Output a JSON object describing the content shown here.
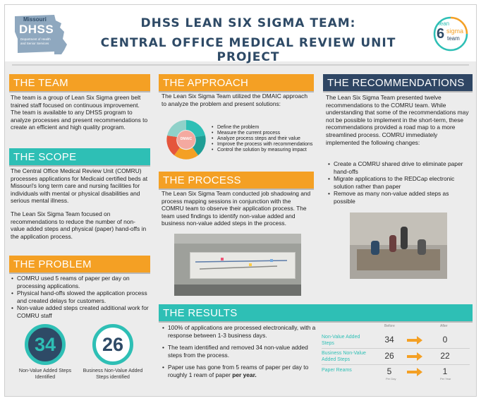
{
  "header": {
    "title_line1": "DHSS LEAN SIX SIGMA TEAM:",
    "title_line2": "CENTRAL OFFICE MEDICAL REVIEW UNIT PROJECT",
    "dhss_logo_top": "Missouri",
    "dhss_logo_main": "DHSS",
    "dhss_logo_sub1": "Department of Health",
    "dhss_logo_sub2": "and Senior Services",
    "lss_logo_top": "lean",
    "lss_logo_mid": "sigma",
    "lss_logo_num": "6",
    "lss_logo_bottom": "team"
  },
  "team": {
    "heading": "THE TEAM",
    "text": "The team is a group of Lean Six Sigma green belt trained staff focused on continuous improvement. The team is available to any DHSS program to analyze processes and present recommendations to create an efficient and high quality program."
  },
  "scope": {
    "heading": "THE SCOPE",
    "p1": "The Central Office Medical Review Unit (COMRU) processes applications for Medicaid certified beds at Missouri's long term care and nursing facilities for individuals with mental or physical disabilities and serious mental illness.",
    "p2": "The Lean Six Sigma Team focused on recommendations to reduce the number of non-value added steps and physical (paper) hand-offs in the application process."
  },
  "problem": {
    "heading": "THE PROBLEM",
    "bullets": [
      "COMRU used 5 reams of paper per day on processing applications.",
      "Physical hand-offs slowed the application process and created delays for customers.",
      "Non-value added steps created additional work for COMRU staff"
    ],
    "stat1_value": "34",
    "stat1_label": "Non-Value Added Steps Identified",
    "stat2_value": "26",
    "stat2_label": "Business Non-Value Added Steps identified"
  },
  "approach": {
    "heading": "THE APPROACH",
    "text": "The Lean Six Sigma Team utilized the DMAIC approach to analyze the problem and present solutions:",
    "cycle_label": "DMAIC",
    "steps": [
      "Define the problem",
      "Measure the current process",
      "Analyze process steps and their value",
      "Improve the process with recommendations",
      "Control the solution by measuring impact"
    ]
  },
  "process": {
    "heading": "THE PROCESS",
    "text": "The Lean Six Sigma Team conducted job shadowing and process mapping sessions in conjunction with the COMRU team to observe their application process. The team used findings to identify non-value added and business non-value added steps in the process."
  },
  "recommendations": {
    "heading": "THE RECOMMENDATIONS",
    "text": "The Lean Six Sigma Team presented twelve recommendations to the COMRU team. While understanding that some of the recommendations may not be possible to implement in the short-term, these recommendations provided a road map to a more streamlined process. COMRU immediately implemented the following changes:",
    "bullets": [
      "Create a COMRU shared drive to eliminate paper hand-offs",
      "Migrate applications to the REDCap electronic solution rather than paper",
      "Remove as many non-value added steps as possible"
    ]
  },
  "results": {
    "heading": "THE RESULTS",
    "bullets": [
      "100% of applications are processed electronically, with a response between 1-3 business days.",
      "The team identified and removed 34 non-value added steps from the process."
    ],
    "bullet3_pre": "Paper use has gone from 5 reams of paper per day to roughly 1 ream of paper ",
    "bullet3_bold": "per year.",
    "col_before": "Before",
    "col_after": "After",
    "rows": [
      {
        "label": "Non-Value Added Steps",
        "before": "34",
        "after": "0",
        "unit_before": "",
        "unit_after": ""
      },
      {
        "label": "Business Non-Value Added Steps",
        "before": "26",
        "after": "22",
        "unit_before": "",
        "unit_after": ""
      },
      {
        "label": "Paper Reams",
        "before": "5",
        "after": "1",
        "unit_before": "Per Day",
        "unit_after": "Per Year"
      }
    ]
  },
  "colors": {
    "orange": "#f4a024",
    "teal": "#2ebfb5",
    "navy": "#2f4664"
  }
}
